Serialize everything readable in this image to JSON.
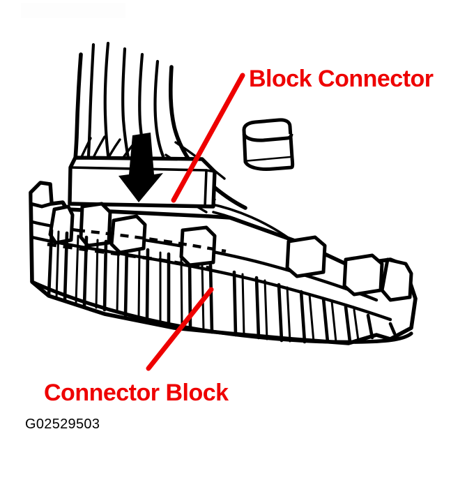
{
  "figure": {
    "id_code": "G02529503",
    "background_color": "#ffffff",
    "line_color": "#000000",
    "callout_color": "#ee0000",
    "title_alt": "Block connector and connector block assembly"
  },
  "callouts": [
    {
      "key": "block_connector",
      "label": "Block Connector",
      "color": "#ee0000",
      "leader_from": [
        348,
        108
      ],
      "leader_to": [
        249,
        287
      ]
    },
    {
      "key": "connector_block",
      "label": "Connector Block",
      "color": "#ee0000",
      "leader_from": [
        303,
        415
      ],
      "leader_to": [
        213,
        528
      ]
    }
  ],
  "annotations": {
    "insertion_arrow": {
      "name": "downward insertion arrow",
      "color": "#000000",
      "direction": "down"
    },
    "hidden_edge": {
      "name": "dashed hidden edge line",
      "style": "dashed"
    }
  },
  "parts": [
    {
      "key": "wire_harness",
      "name": "Wire harness bundle"
    },
    {
      "key": "block_connector_body",
      "name": "Block connector housing"
    },
    {
      "key": "connector_block_body",
      "name": "Connector block housing"
    },
    {
      "key": "cylindrical_post",
      "name": "Cylindrical post"
    }
  ]
}
